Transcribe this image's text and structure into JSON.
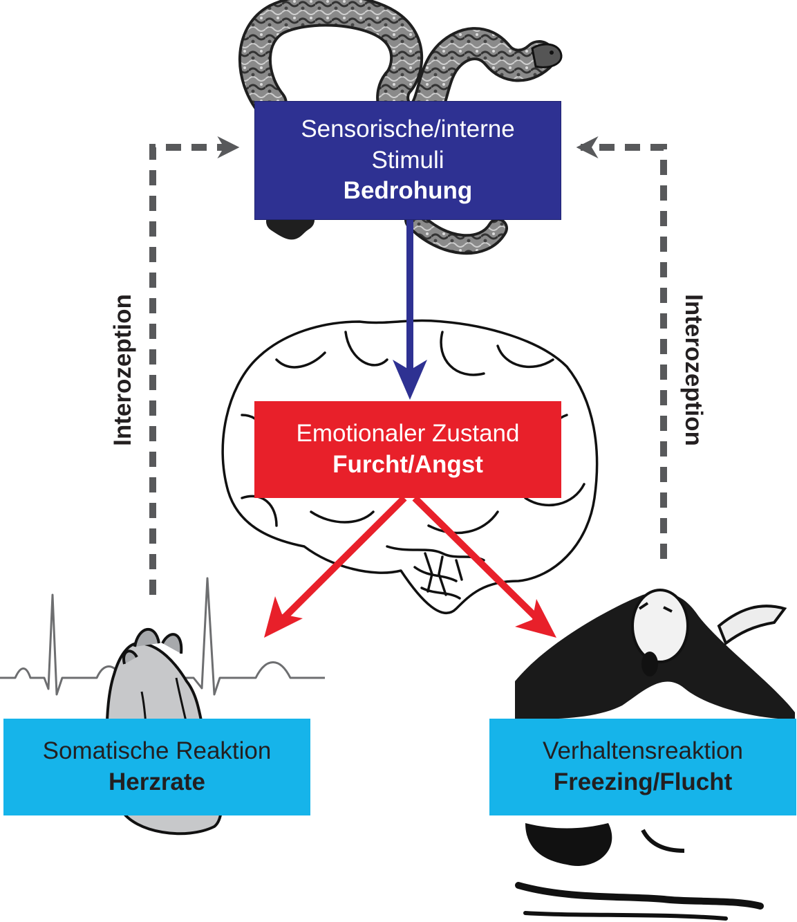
{
  "stimuli": {
    "line1": "Sensorische/interne",
    "line2": "Stimuli",
    "line3": "Bedrohung"
  },
  "emotion": {
    "line1": "Emotionaler Zustand",
    "line2": "Furcht/Angst"
  },
  "somatic": {
    "line1": "Somatische Reaktion",
    "line2": "Herzrate"
  },
  "behavior": {
    "line1": "Verhaltensreaktion",
    "line2": "Freezing/Flucht"
  },
  "feedback": {
    "left": "Interozeption",
    "right": "Interozeption"
  },
  "colors": {
    "stimuli_box": "#2e3192",
    "emotion_box": "#e8202a",
    "response_box": "#16b4ea",
    "dashed_arrow": "#58595b",
    "blue_arrow": "#2e3192",
    "red_arrow": "#e8202a"
  },
  "icons": [
    "snake-icon",
    "brain-icon",
    "heart-icon",
    "ecg-trace-icon",
    "fleeing-person-icon"
  ]
}
